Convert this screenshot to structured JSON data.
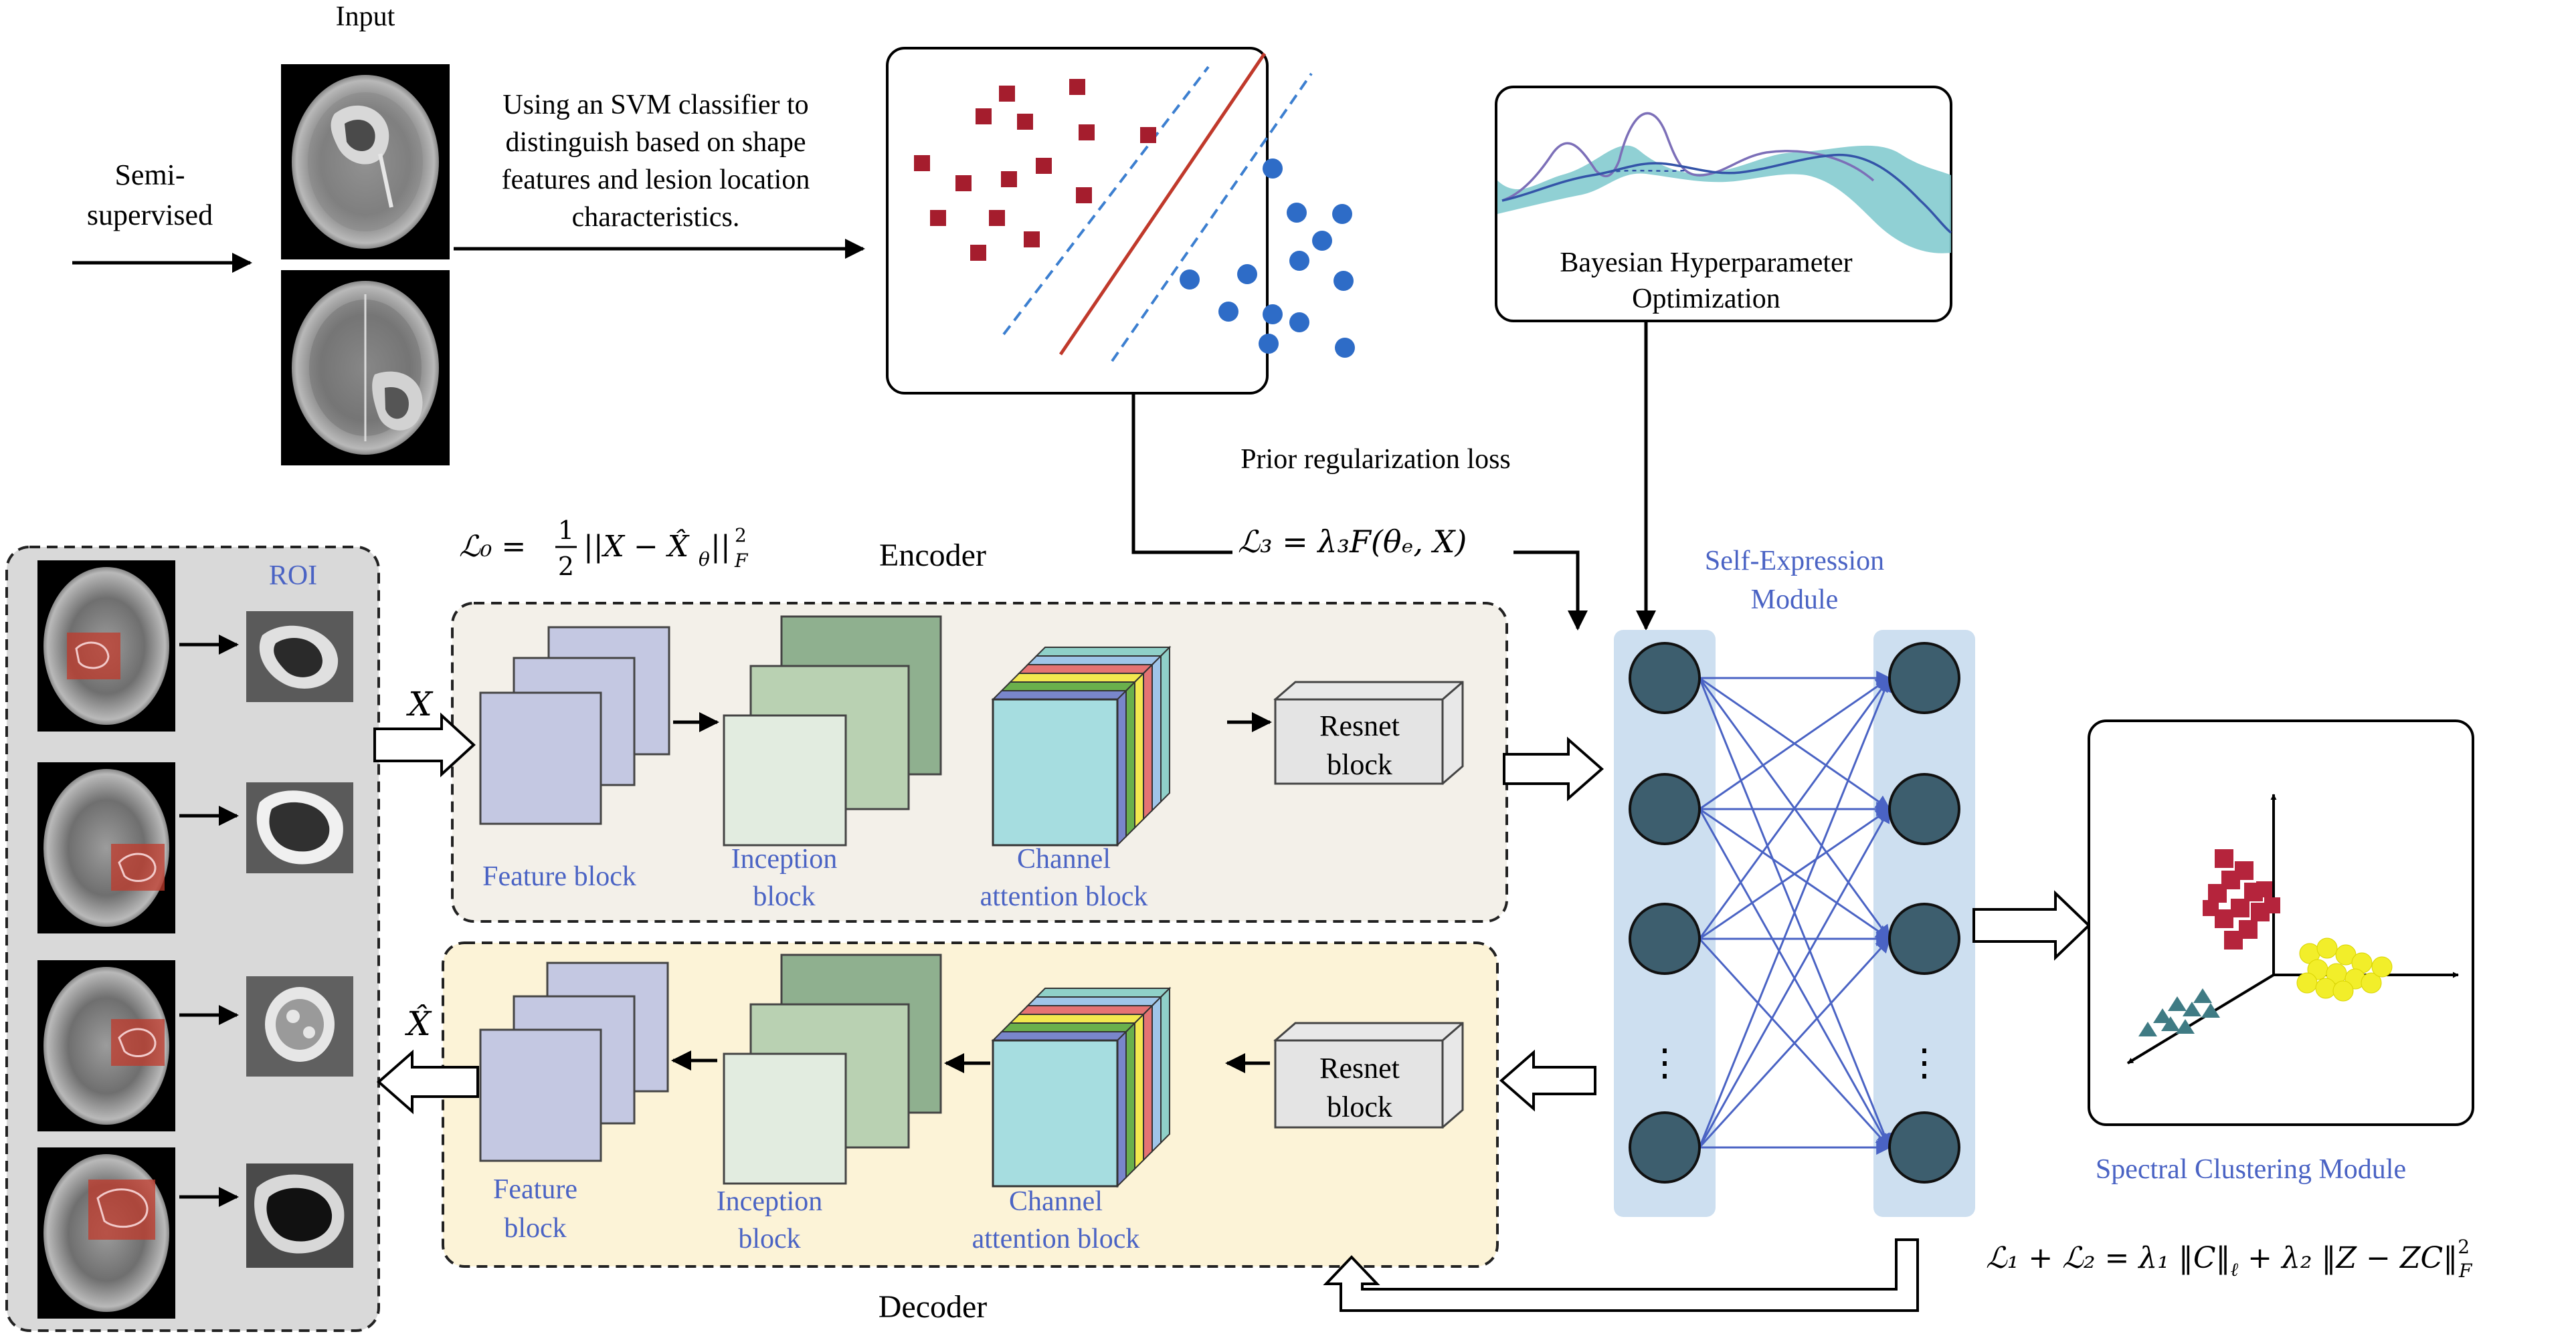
{
  "input": {
    "title": "Input",
    "mode_label_line1": "Semi-",
    "mode_label_line2": "supervised"
  },
  "svm": {
    "caption_line1": "Using an SVM classifier to",
    "caption_line2": "distinguish based on shape",
    "caption_line3": "features and lesion location",
    "caption_line4": "characteristics.",
    "colors": {
      "class_a": "#a51d2d",
      "class_b": "#2e6cc7",
      "boundary": "#c0392b",
      "margin": "#3c7fd0"
    }
  },
  "bayes": {
    "title_line1": "Bayesian Hyperparameter",
    "title_line2": "Optimization",
    "colors": {
      "band": "#7cc8cc",
      "mean": "#3454a8",
      "target": "#7c6fb8"
    }
  },
  "prior": {
    "label": "Prior regularization loss"
  },
  "roi": {
    "label": "ROI"
  },
  "encoder": {
    "title": "Encoder",
    "input_symbol": "X",
    "feature_label": "Feature block",
    "inception_line1": "Inception",
    "inception_line2": "block",
    "channel_line1": "Channel",
    "channel_line2": "attention block",
    "resnet_line1": "Resnet",
    "resnet_line2": "block",
    "background": "#f3f0e9"
  },
  "decoder": {
    "title": "Decoder",
    "output_symbol": "X̂",
    "feature_line1": "Feature",
    "feature_line2": "block",
    "inception_line1": "Inception",
    "inception_line2": "block",
    "channel_line1": "Channel",
    "channel_line2": "attention block",
    "resnet_line1": "Resnet",
    "resnet_line2": "block",
    "background": "#fcf3d7"
  },
  "self_expression": {
    "title_line1": "Self-Expression",
    "title_line2": "Module",
    "ellipsis": "⋮",
    "colors": {
      "node": "#3d5e6e",
      "column": "#cddff0",
      "edge": "#4a63c4"
    }
  },
  "spectral": {
    "title": "Spectral Clustering Module",
    "colors": {
      "red": "#b5243c",
      "yellow": "#f2ee2a",
      "teal": "#3f7b84"
    }
  },
  "equations": {
    "l0": {
      "lhs": "ℒ₀ =",
      "frac_num": "1",
      "frac_den": "2",
      "rhs": "||X − X̂",
      "rhs_sub": "θ",
      "rhs_end": "||",
      "sup": "2",
      "sub": "F"
    },
    "l3": {
      "text": "ℒ₃ = λ₃F(θₑ, X)"
    },
    "l12": {
      "text": "ℒ₁ + ℒ₂ = λ₁ ‖C‖",
      "sub_l": "ℓ",
      "mid": " + λ₂ ‖Z − ZC‖",
      "sup": "2",
      "sub": "F"
    }
  },
  "channel_stripes": [
    "#7986cb",
    "#6ab04c",
    "#f3e84f",
    "#e57373",
    "#9fc5e8",
    "#8fd0c8"
  ]
}
